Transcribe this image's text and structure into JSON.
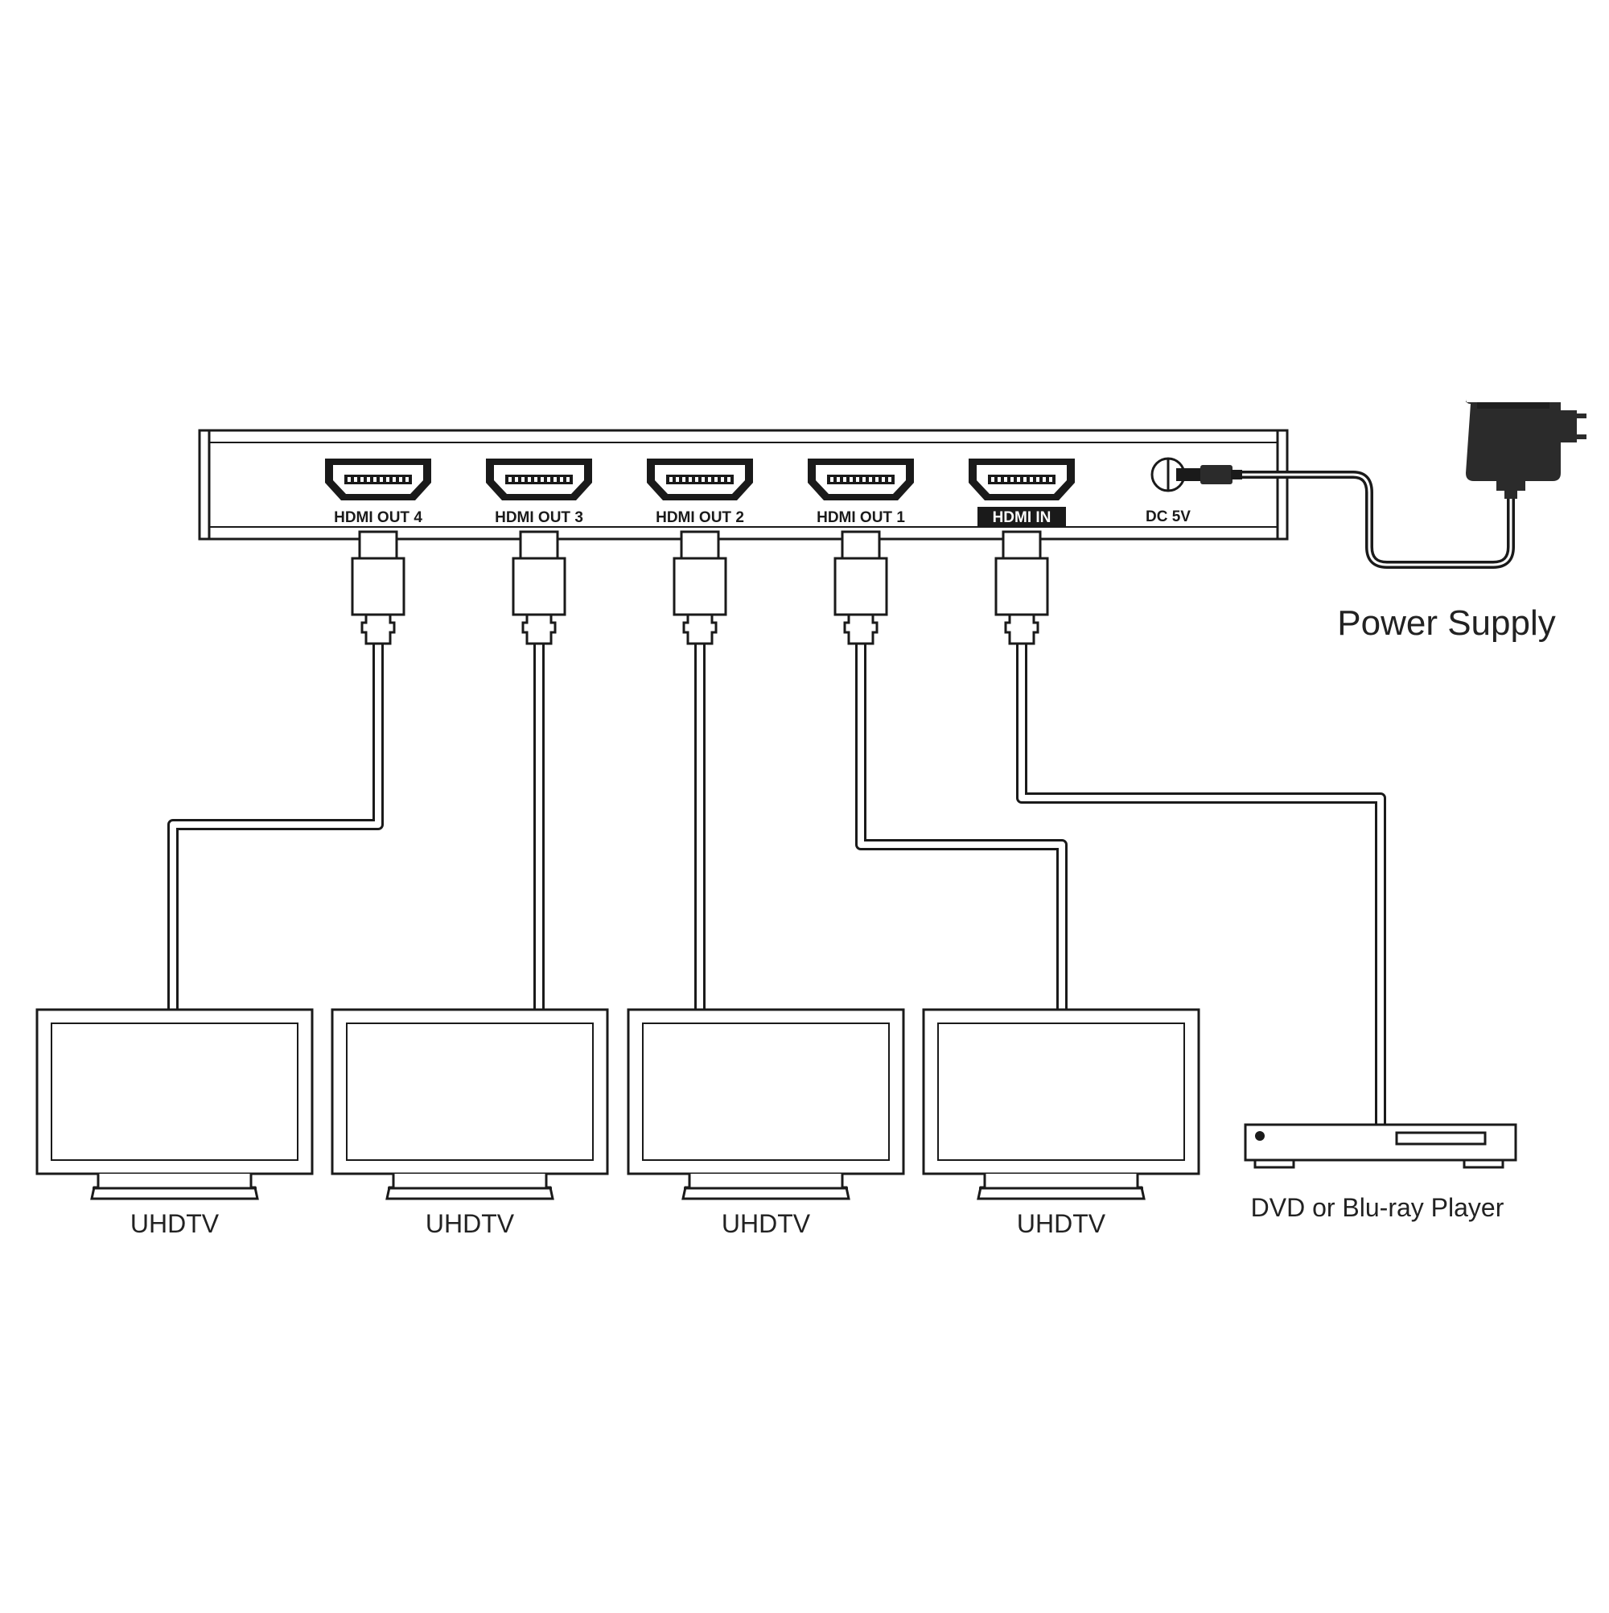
{
  "splitter": {
    "ports": [
      {
        "label": "HDMI OUT 4"
      },
      {
        "label": "HDMI OUT 3"
      },
      {
        "label": "HDMI OUT 2"
      },
      {
        "label": "HDMI OUT 1"
      },
      {
        "label": "HDMI IN"
      }
    ],
    "dc_label": "DC 5V"
  },
  "power_supply": {
    "label": "Power Supply"
  },
  "displays": [
    {
      "label": "UHDTV"
    },
    {
      "label": "UHDTV"
    },
    {
      "label": "UHDTV"
    },
    {
      "label": "UHDTV"
    }
  ],
  "source": {
    "label": "DVD or Blu-ray Player"
  },
  "colors": {
    "line": "#1a1a1a",
    "background": "#ffffff",
    "adapter": "#2b2b2b"
  }
}
